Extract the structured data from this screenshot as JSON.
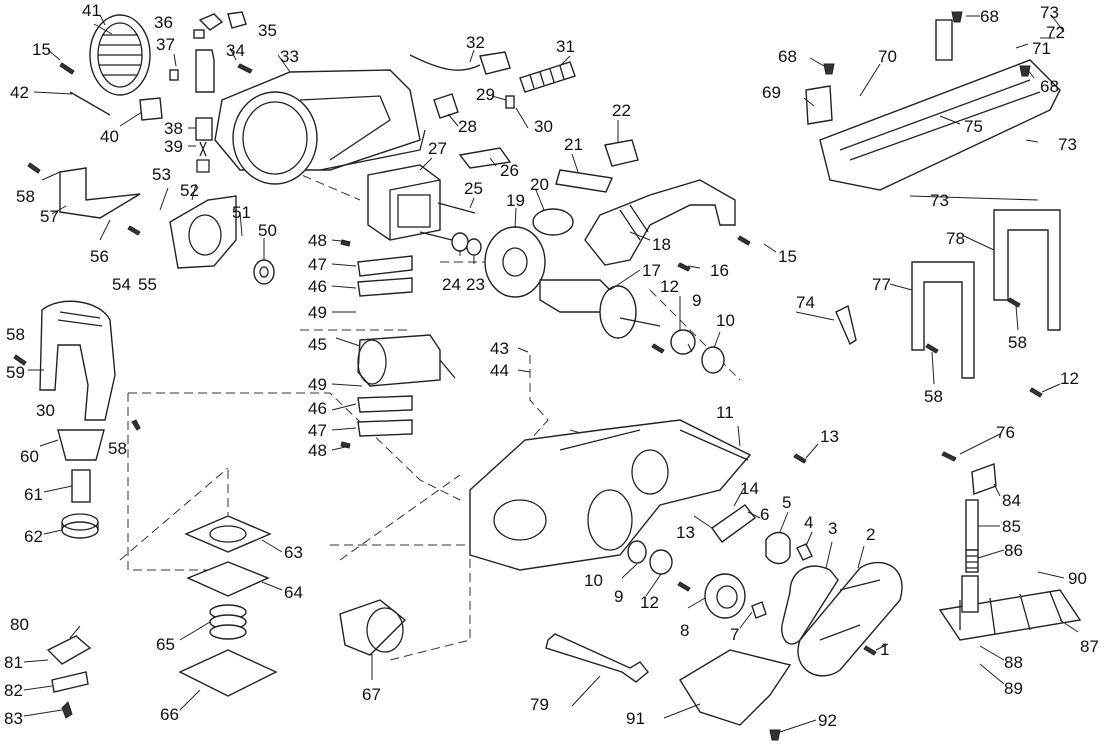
{
  "diagram": {
    "labels": [
      "1",
      "2",
      "3",
      "4",
      "5",
      "6",
      "7",
      "8",
      "9",
      "10",
      "11",
      "12",
      "13",
      "14",
      "15",
      "16",
      "17",
      "18",
      "19",
      "20",
      "21",
      "22",
      "23",
      "24",
      "25",
      "26",
      "27",
      "28",
      "29",
      "30",
      "31",
      "32",
      "33",
      "34",
      "35",
      "36",
      "37",
      "38",
      "39",
      "40",
      "41",
      "42",
      "43",
      "44",
      "45",
      "46",
      "47",
      "48",
      "49",
      "50",
      "51",
      "52",
      "53",
      "54",
      "55",
      "56",
      "57",
      "58",
      "59",
      "60",
      "61",
      "62",
      "63",
      "64",
      "65",
      "66",
      "67",
      "68",
      "69",
      "70",
      "71",
      "72",
      "73",
      "74",
      "75",
      "76",
      "77",
      "78",
      "79",
      "80",
      "81",
      "82",
      "83",
      "84",
      "85",
      "86",
      "87",
      "88",
      "89",
      "90",
      "91",
      "92"
    ],
    "repeat_labels": {
      "9": "9",
      "10": "10",
      "12": "12",
      "13": "13",
      "15": "15",
      "30": "30",
      "46": "46",
      "47": "47",
      "48": "48",
      "49": "49",
      "58": "58",
      "68": "68",
      "73": "73"
    }
  }
}
